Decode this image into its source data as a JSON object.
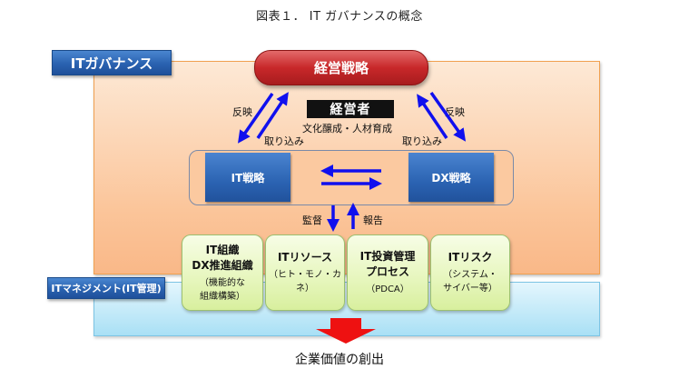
{
  "title": "図表１． IT ガバナンスの概念",
  "governance": {
    "label": "ITガバナンス",
    "management_strategy": "経営戦略",
    "executive": "経営者",
    "executive_role": "文化醸成・人材育成",
    "left_arrows": {
      "reflect": "反映",
      "adopt": "取り込み"
    },
    "right_arrows": {
      "reflect": "反映",
      "adopt": "取り込み"
    },
    "it_strategy": "IT戦略",
    "dx_strategy": "DX戦略",
    "oversight": "監督",
    "report": "報告"
  },
  "management": {
    "label": "ITマネジメント(IT管理)",
    "cards": [
      {
        "lines": [
          "IT組織",
          "DX推進組織"
        ],
        "sub": [
          "（機能的な",
          "組織構築）"
        ]
      },
      {
        "lines": [
          "ITリソース"
        ],
        "sub": [
          "（ヒト・モノ・カネ）"
        ]
      },
      {
        "lines": [
          "IT投資管理",
          "プロセス"
        ],
        "sub": [
          "（PDCA）"
        ]
      },
      {
        "lines": [
          "ITリスク"
        ],
        "sub": [
          "（システム・",
          "サイバー等）"
        ]
      }
    ]
  },
  "outcome": "企業価値の創出",
  "colors": {
    "arrow_blue": "#1010ee",
    "outcome_red": "#ee1111",
    "pill_red": "#c8282a",
    "label_blue": "#2a62b0"
  }
}
